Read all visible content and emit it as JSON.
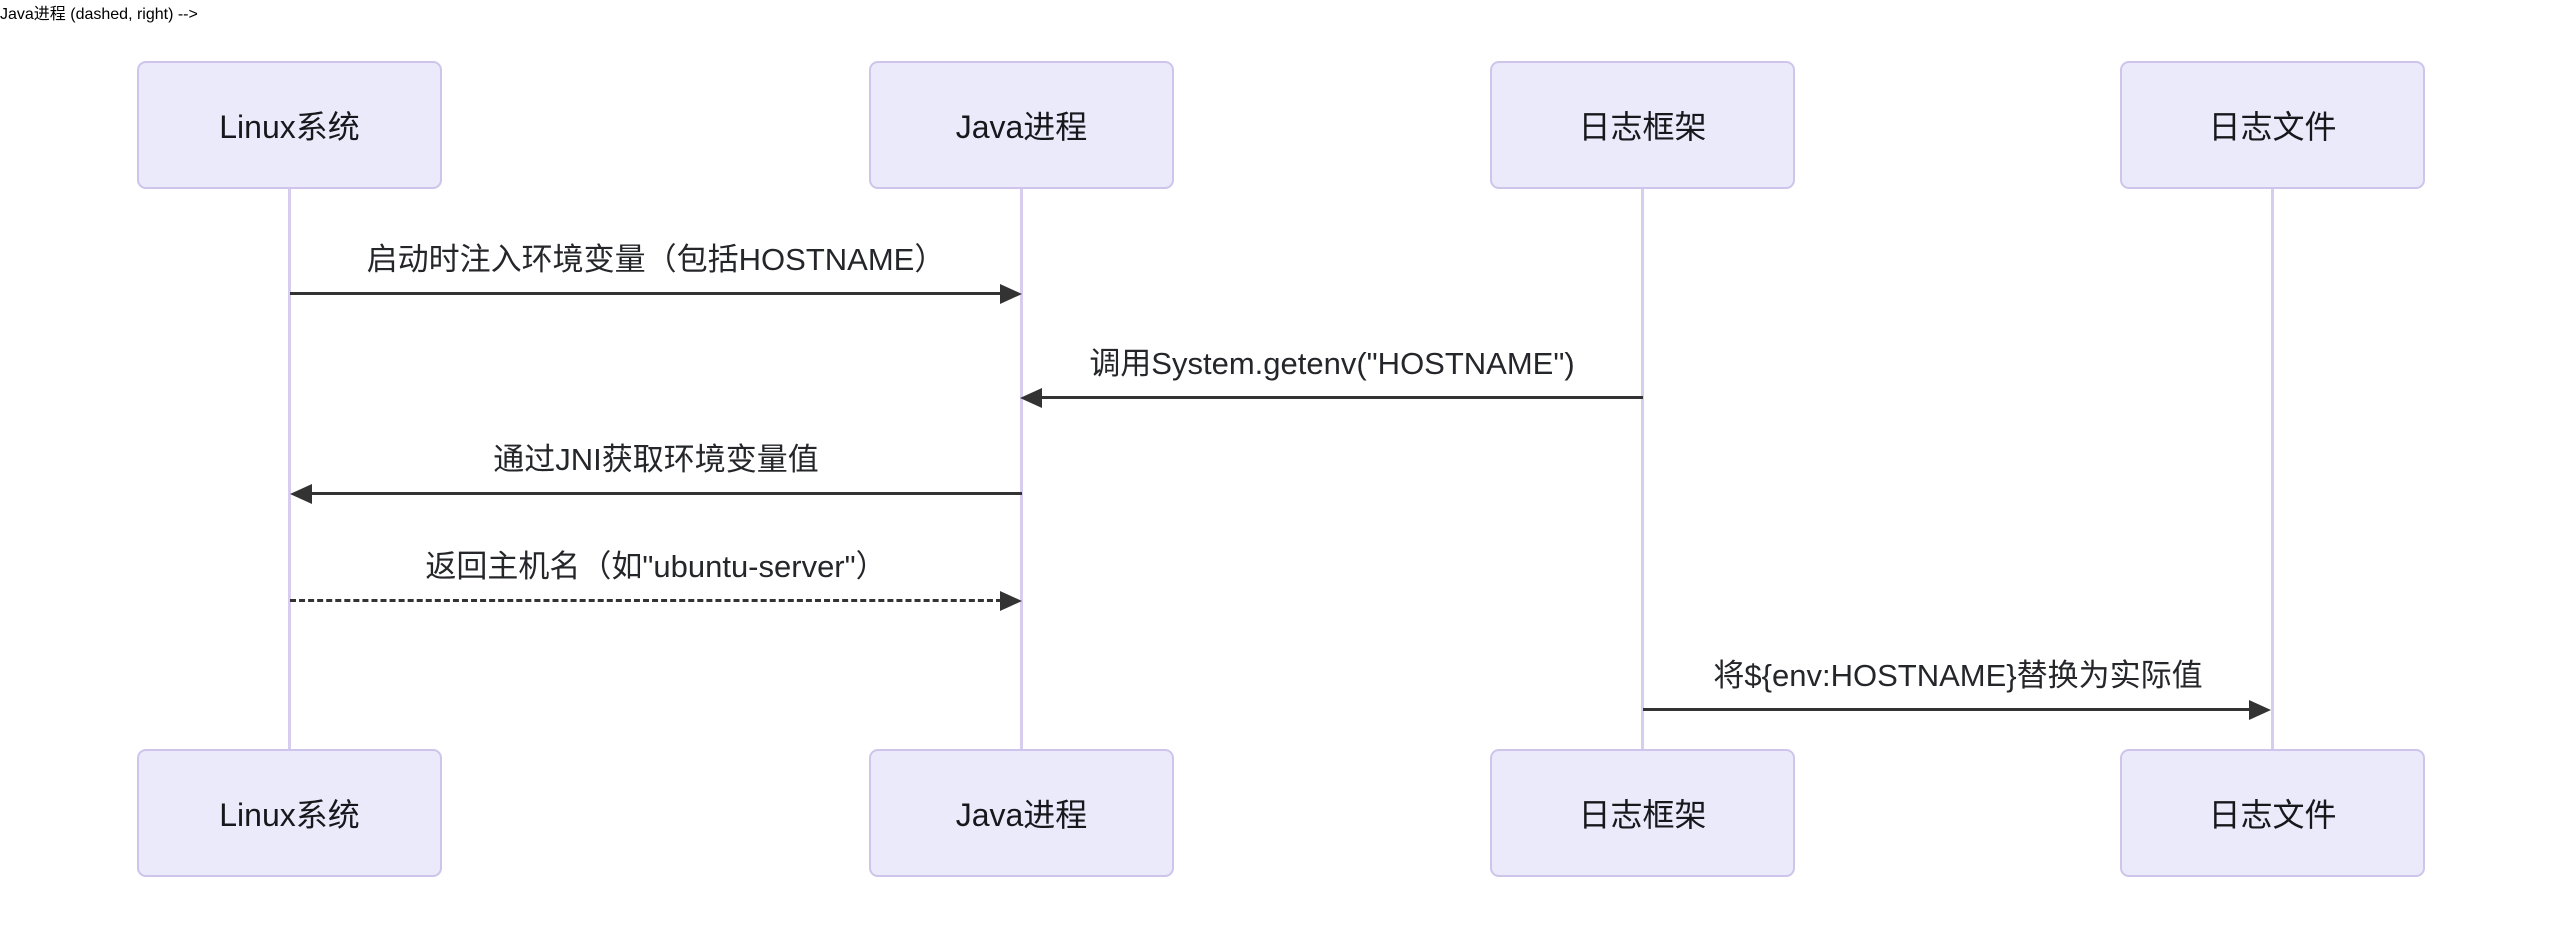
{
  "diagram": {
    "type": "sequence-diagram",
    "actors": [
      {
        "id": "linux",
        "label": "Linux系统"
      },
      {
        "id": "java",
        "label": "Java进程"
      },
      {
        "id": "log-framework",
        "label": "日志框架"
      },
      {
        "id": "log-file",
        "label": "日志文件"
      }
    ],
    "messages": [
      {
        "from": "Linux系统",
        "to": "Java进程",
        "label": "启动时注入环境变量（包括HOSTNAME）",
        "line_style": "solid",
        "arrow_direction": "right"
      },
      {
        "from": "日志框架",
        "to": "Java进程",
        "label": "调用System.getenv(\"HOSTNAME\")",
        "line_style": "solid",
        "arrow_direction": "left"
      },
      {
        "from": "Java进程",
        "to": "Linux系统",
        "label": "通过JNI获取环境变量值",
        "line_style": "solid",
        "arrow_direction": "left"
      },
      {
        "from": "Linux系统",
        "to": "Java进程",
        "label": "返回主机名（如\"ubuntu-server\"）",
        "line_style": "dashed",
        "arrow_direction": "right"
      },
      {
        "from": "日志框架",
        "to": "日志文件",
        "label": "将${env:HOSTNAME}替换为实际值",
        "line_style": "solid",
        "arrow_direction": "right"
      }
    ],
    "colors": {
      "background": "#ffffff",
      "actor_fill": "#eaeafb",
      "actor_border": "#cfc4ec",
      "actor_text": "#17181c",
      "lifeline": "#d6cdef",
      "arrow": "#333333",
      "text": "#25262a"
    }
  }
}
